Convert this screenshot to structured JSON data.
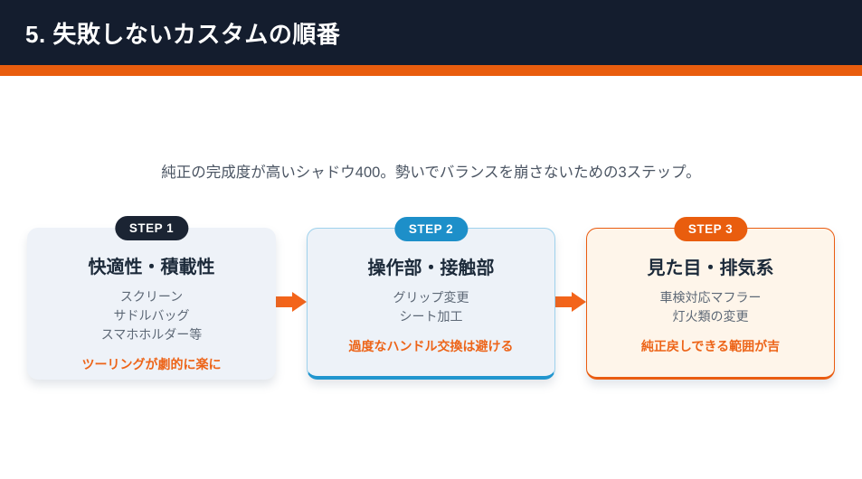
{
  "header": {
    "title": "5. 失敗しないカスタムの順番"
  },
  "subtitle": "純正の完成度が高いシャドウ400。勢いでバランスを崩さないための3ステップ。",
  "steps": [
    {
      "badge": "STEP 1",
      "title": "快適性・積載性",
      "items": [
        "スクリーン",
        "サドルバッグ",
        "スマホホルダー等"
      ],
      "note": "ツーリングが劇的に楽に"
    },
    {
      "badge": "STEP 2",
      "title": "操作部・接触部",
      "items": [
        "グリップ変更",
        "シート加工"
      ],
      "note": "過度なハンドル交換は避ける"
    },
    {
      "badge": "STEP 3",
      "title": "見た目・排気系",
      "items": [
        "車検対応マフラー",
        "灯火類の変更"
      ],
      "note": "純正戻しできる範囲が吉"
    }
  ],
  "colors": {
    "header_bg": "#141d2e",
    "accent_orange": "#e95d0e",
    "step1_badge": "#1b2433",
    "step2_badge": "#1d8fc9",
    "step3_badge": "#e95d0e",
    "note_orange": "#ed6418",
    "card_bg_gray": "#eef2f8",
    "card3_bg": "#fef5ea",
    "arrow_orange": "#f3641a",
    "subtitle_gray": "#4b5563",
    "card_title_navy": "#1c2a3a"
  }
}
